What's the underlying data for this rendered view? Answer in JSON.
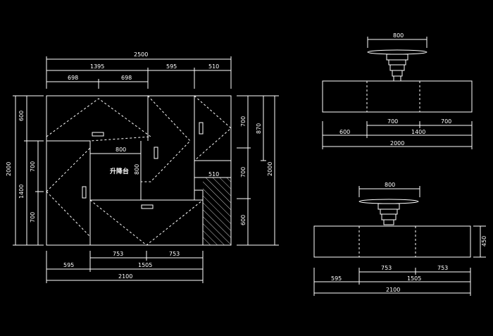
{
  "plan": {
    "label": "升降台",
    "dims_top": [
      "2500",
      "1395",
      "595",
      "510",
      "698",
      "698"
    ],
    "dims_bottom": [
      "753",
      "753",
      "1505",
      "595",
      "2100"
    ],
    "dims_left": [
      "600",
      "2000",
      "700",
      "1400",
      "700"
    ],
    "dims_right": [
      "700",
      "870",
      "700",
      "2000",
      "600"
    ],
    "dims_inner": [
      "800",
      "800",
      "510"
    ]
  },
  "elevation_top": {
    "dims": [
      "800",
      "700",
      "700",
      "600",
      "1400",
      "2000"
    ]
  },
  "elevation_bottom": {
    "dims": [
      "800",
      "753",
      "753",
      "595",
      "1505",
      "2100",
      "450"
    ]
  }
}
